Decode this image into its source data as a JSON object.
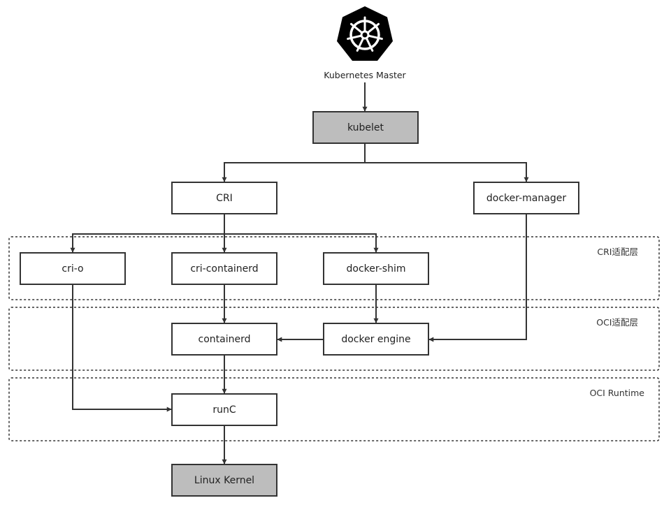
{
  "master": {
    "label": "Kubernetes Master",
    "icon": "kubernetes-helm-icon"
  },
  "layers": {
    "cri_adapter": "CRI适配层",
    "oci_adapter": "OCI适配层",
    "oci_runtime": "OCI Runtime"
  },
  "nodes": {
    "kubelet": "kubelet",
    "cri": "CRI",
    "docker_manager": "docker-manager",
    "cri_o": "cri-o",
    "cri_containerd": "cri-containerd",
    "docker_shim": "docker-shim",
    "containerd": "containerd",
    "docker_engine": "docker engine",
    "runc": "runC",
    "linux_kernel": "Linux Kernel"
  },
  "colors": {
    "gray_fill": "#bdbdbd",
    "stroke": "#333333",
    "logo": "#000000"
  }
}
